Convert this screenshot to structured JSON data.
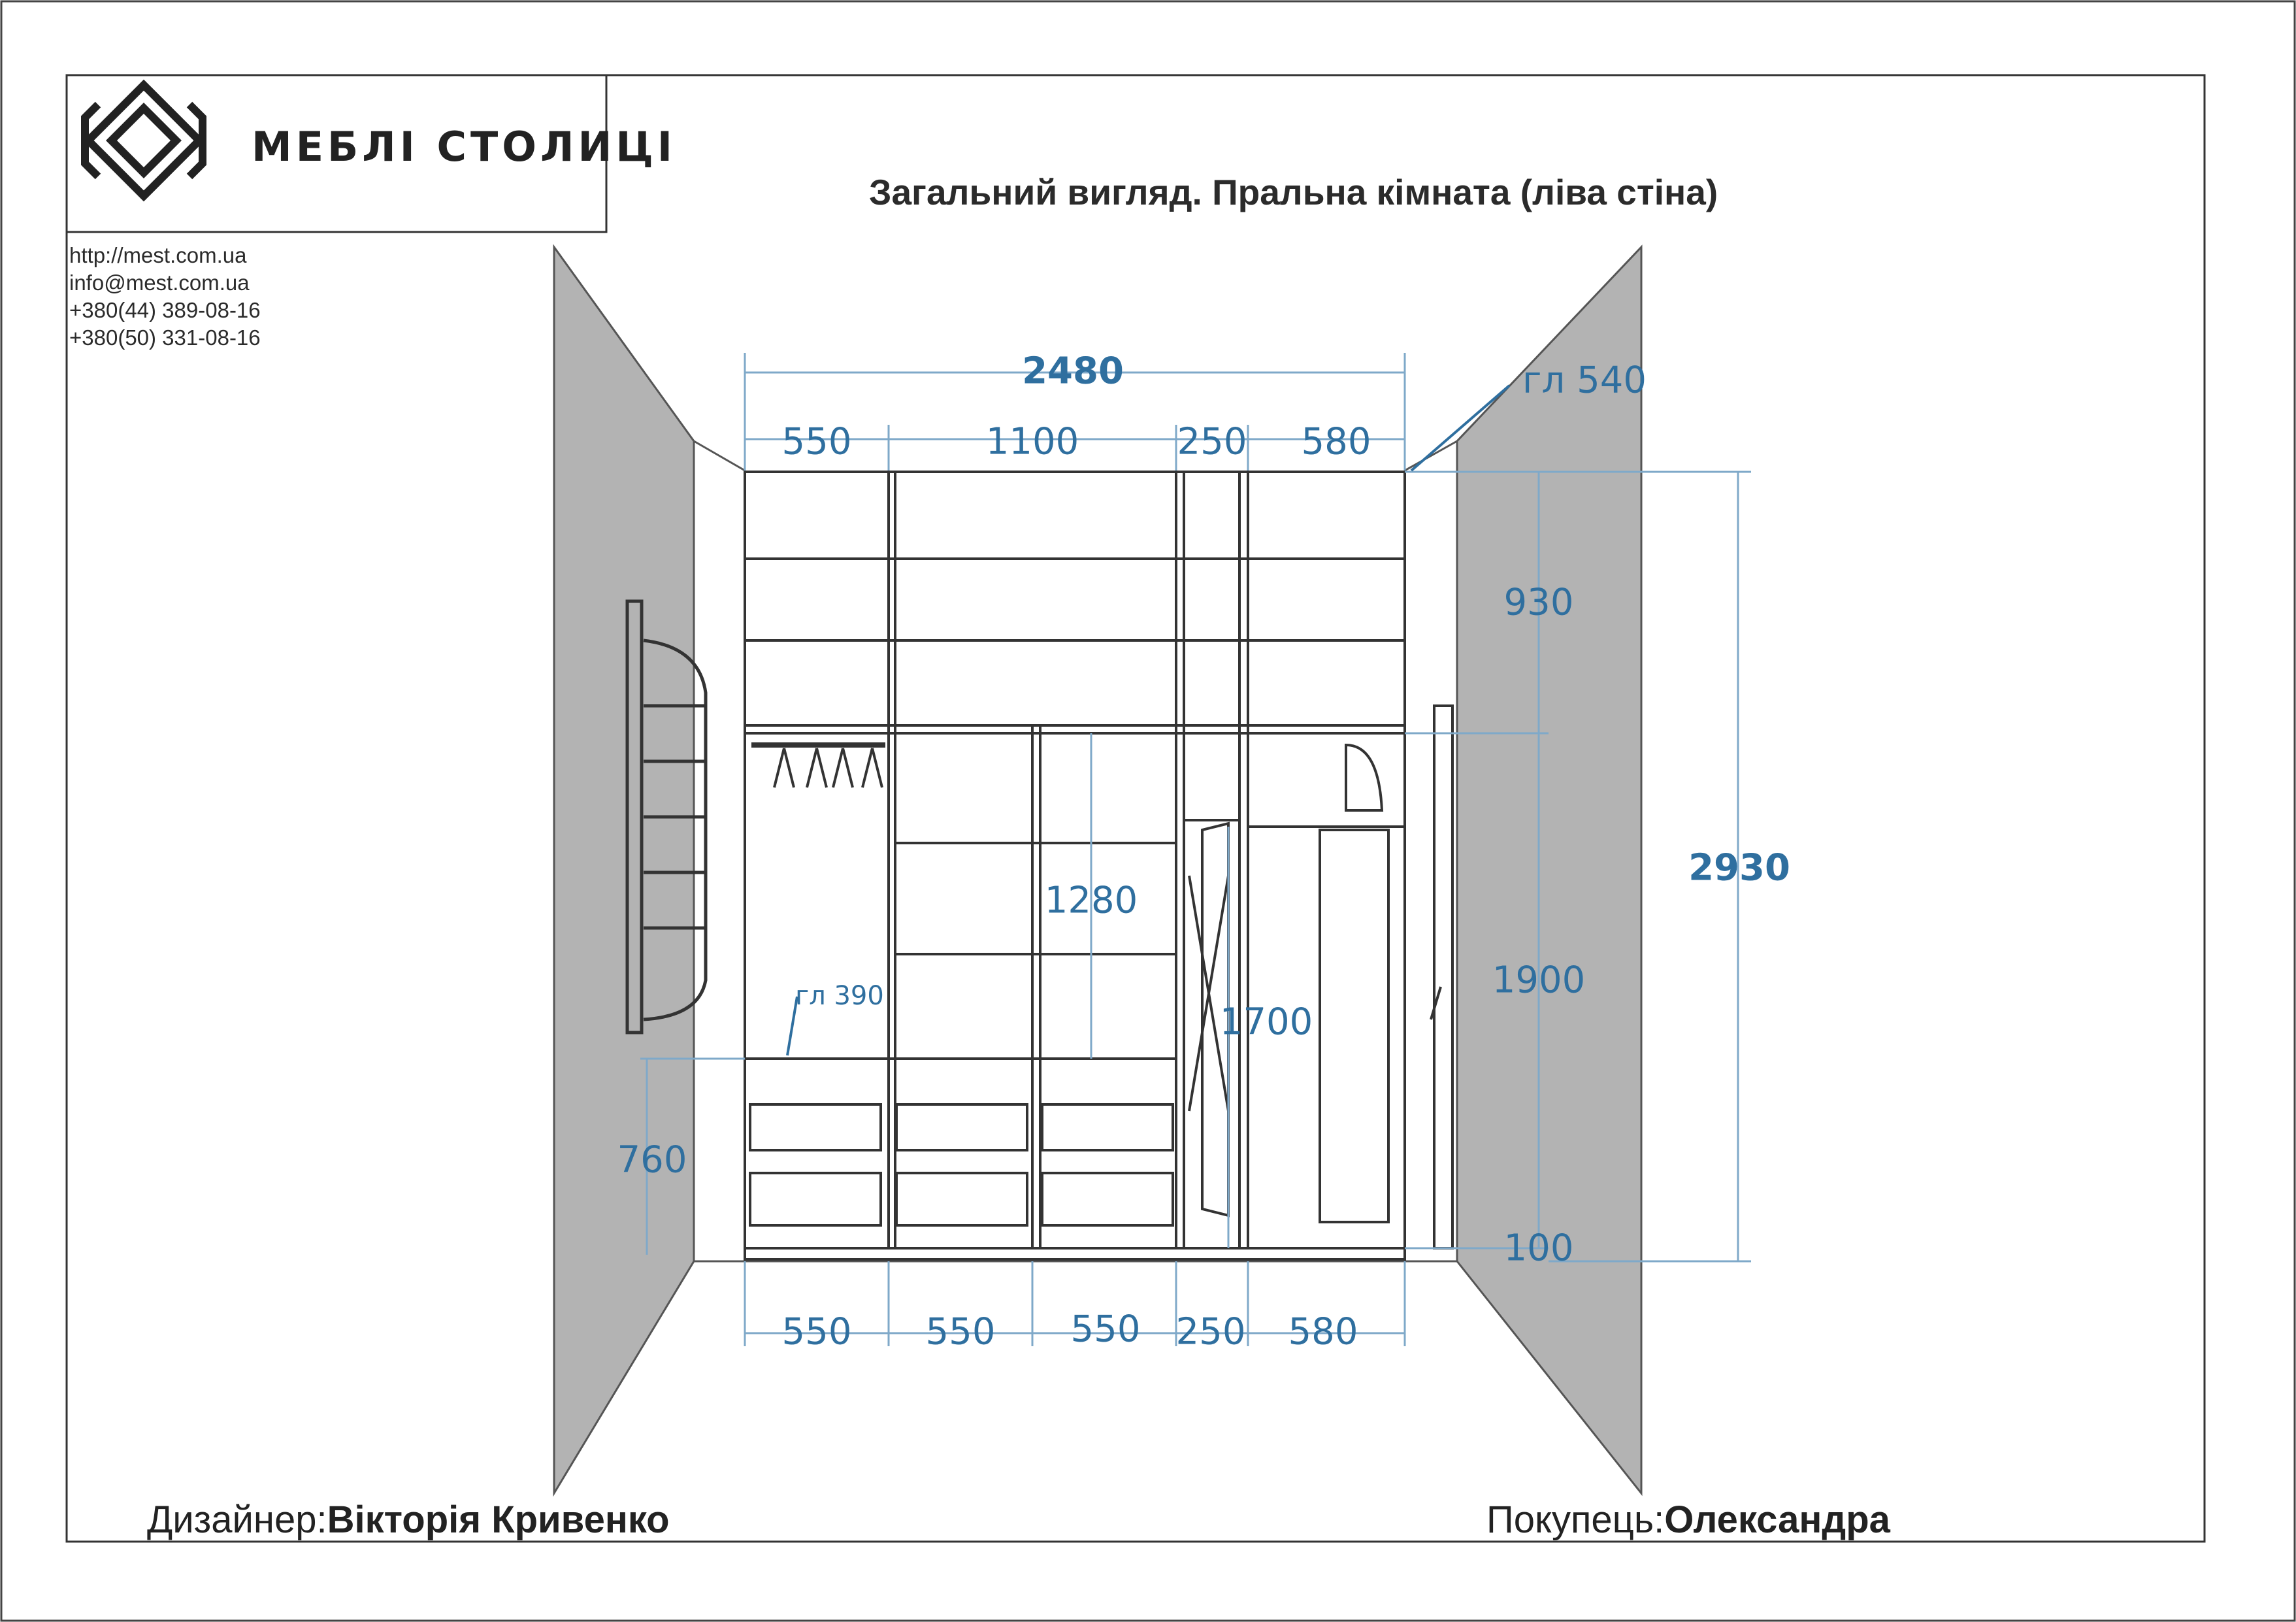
{
  "brand": {
    "name": "МЕБЛІ СТОЛИЦІ"
  },
  "title": "Загальний вигляд. Пральна кімната (ліва стіна)",
  "contacts": [
    "http://mest.com.ua",
    "info@mest.com.ua",
    "+380(44)   389-08-16",
    "+380(50)   331-08-16"
  ],
  "dimensions": {
    "total_width": "2480",
    "top_widths": [
      "550",
      "1100",
      "250",
      "580"
    ],
    "depth_main": "гл 540",
    "bottom_widths": [
      "550",
      "550",
      "550",
      "250",
      "580"
    ],
    "height_upper": "930",
    "height_lower": "1900",
    "height_plinth": "100",
    "height_total": "2930",
    "height_middle": "1280",
    "height_board": "1700",
    "height_drawers": "760",
    "depth_shelf": "гл 390"
  },
  "footer": {
    "designer_label": "Дизайнер:",
    "designer_name": "Вікторія Кривенко",
    "customer_label": "Покупець:",
    "customer_name": "Олександра"
  },
  "colors": {
    "dimension": "#2f6f9f",
    "wall": "#b3b3b3",
    "line": "#333333"
  }
}
